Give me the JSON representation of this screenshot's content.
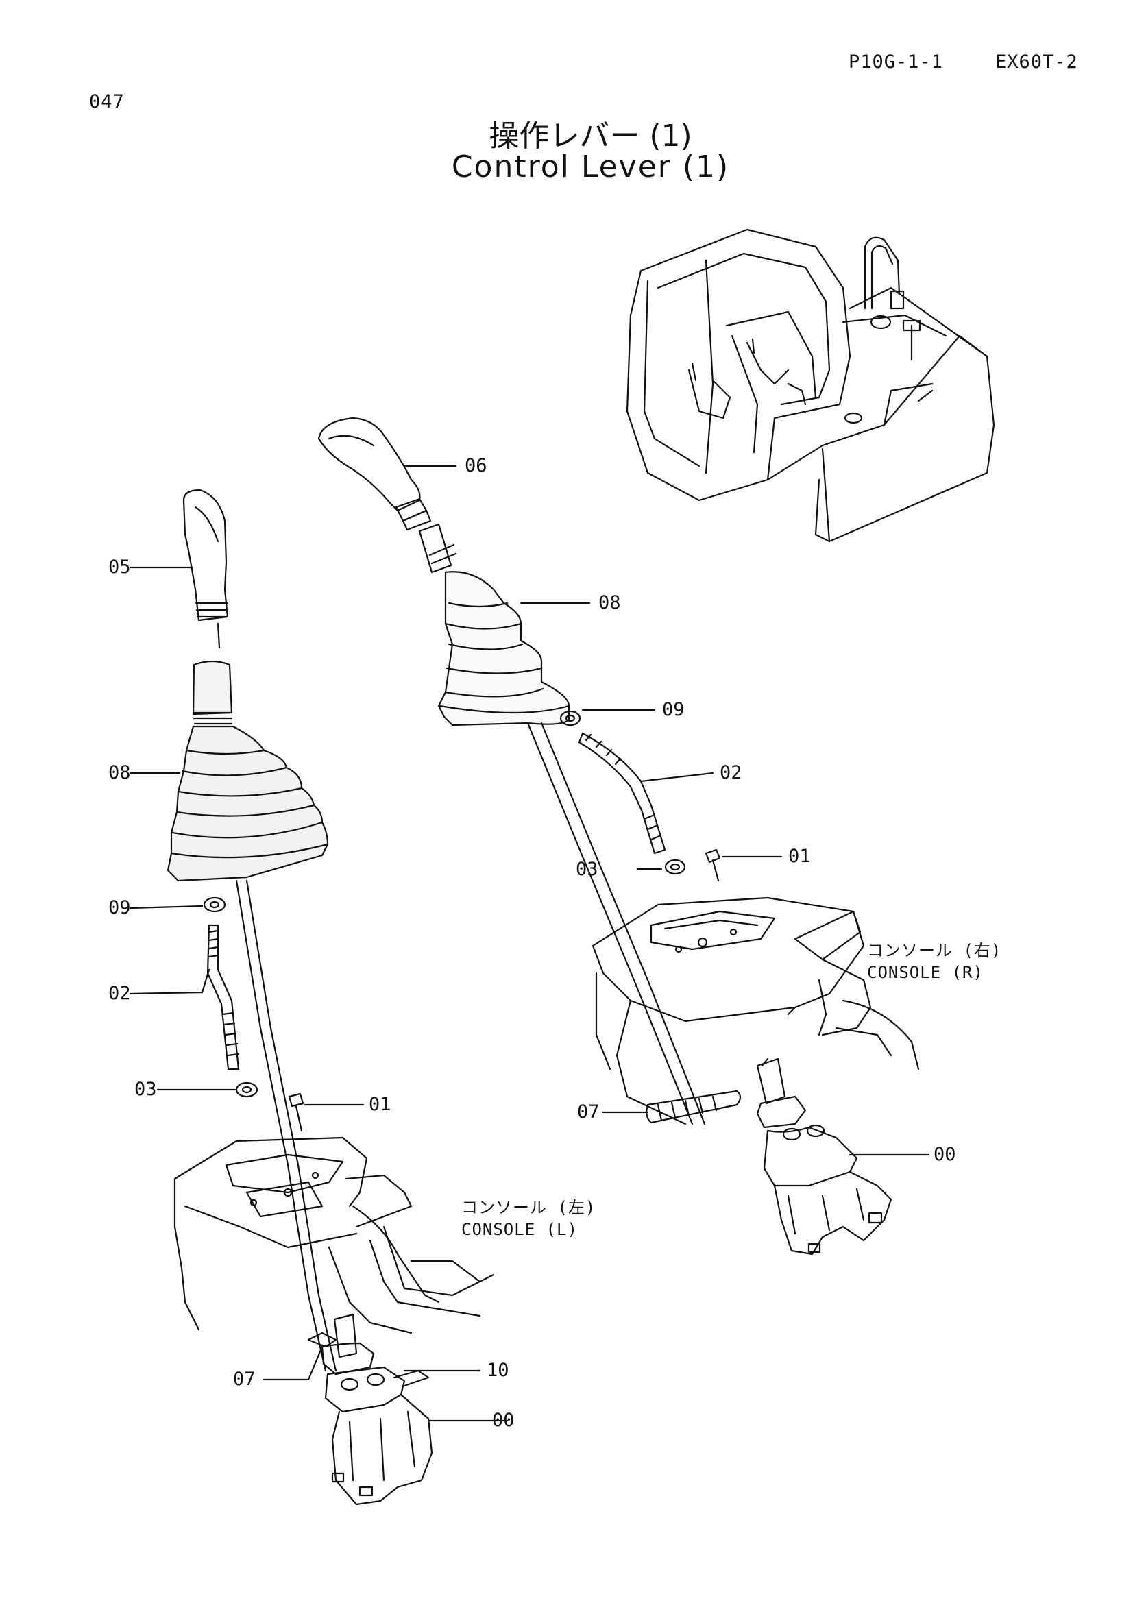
{
  "header": {
    "code": "047",
    "page_ref": "P10G-1-1",
    "model": "EX60T-2"
  },
  "title": {
    "jp": "操作レバー (1)",
    "en": "Control Lever (1)"
  },
  "callouts": {
    "left": {
      "c05": "05",
      "c08": "08",
      "c09": "09",
      "c02": "02",
      "c03": "03",
      "c01": "01",
      "c07": "07",
      "c10": "10",
      "c00": "00"
    },
    "right": {
      "c06": "06",
      "c08": "08",
      "c09": "09",
      "c02": "02",
      "c03": "03",
      "c01": "01",
      "c07": "07",
      "c00": "00"
    }
  },
  "consoles": {
    "right": {
      "jp": "コンソール (右)",
      "en": "CONSOLE (R)"
    },
    "left": {
      "jp": "コンソール (左)",
      "en": "CONSOLE (L)"
    }
  }
}
